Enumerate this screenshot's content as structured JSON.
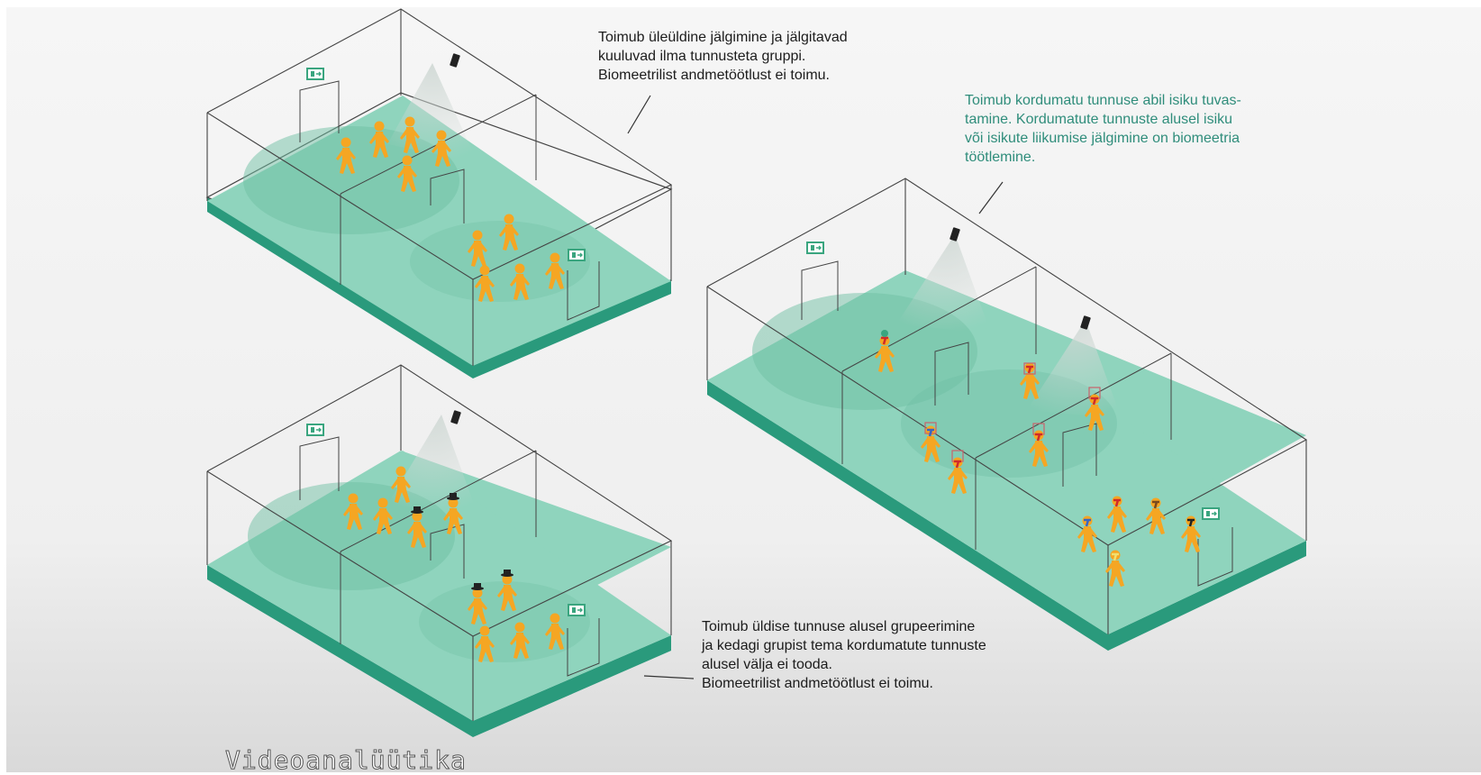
{
  "captions": {
    "top_left": "Toimub üleüldine jälgimine ja jälgitavad\nkuuluvad ilma tunnusteta gruppi.\nBiomeetrilist andmetöötlust ei toimu.",
    "right": "Toimub kordumatu tunnuse abil isiku tuvas-\ntamine. Kordumatute tunnuste alusel isiku\nvõi isikute liikumise jälgimine on biomeetria\ntöötlemine.",
    "bottom": "Toimub üldise tunnuse alusel grupeerimine\nja kedagi grupist tema kordumatute tunnuste\nalusel välja ei tooda.\nBiomeetrilist andmetöötlust ei toimu."
  },
  "title": "Videoanalüütika",
  "colors": {
    "floor": "#8fd4bd",
    "floor_edge": "#2a9a7c",
    "person": "#f5a623",
    "caption_teal": "#2f8d7b",
    "exit_sign": "#3aa57f"
  },
  "icons": [
    "exit-sign-icon",
    "camera-icon",
    "person-icon",
    "hat-icon",
    "scarf-icon",
    "face-box-icon"
  ]
}
